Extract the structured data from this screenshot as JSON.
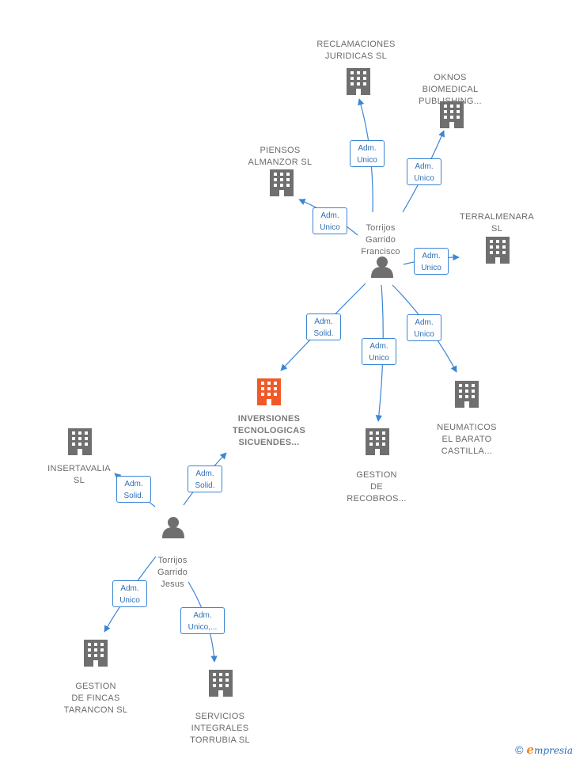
{
  "colors": {
    "building": "#6f6f6f",
    "focus_building": "#f05a28",
    "person": "#6f6f6f",
    "edge": "#3a85d6"
  },
  "nodes": {
    "reclamaciones": {
      "label": "RECLAMACIONES\nJURIDICAS  SL",
      "icon": "building-icon"
    },
    "oknos": {
      "label": "OKNOS\nBIOMEDICAL\nPUBLISHING...",
      "icon": "building-icon"
    },
    "piensos": {
      "label": "PIENSOS\nALMANZOR  SL",
      "icon": "building-icon"
    },
    "terralmenara": {
      "label": "TERRALMENARA\nSL",
      "icon": "building-icon"
    },
    "francisco": {
      "label": "Torrijos\nGarrido\nFrancisco",
      "icon": "person-icon"
    },
    "inversiones": {
      "label": "INVERSIONES\nTECNOLOGICAS\nSICUENDES...",
      "icon": "building-icon"
    },
    "gestion_recobros": {
      "label": "GESTION\nDE\nRECOBROS...",
      "icon": "building-icon"
    },
    "neumaticos": {
      "label": "NEUMATICOS\nEL BARATO\nCASTILLA...",
      "icon": "building-icon"
    },
    "insertavalia": {
      "label": "INSERTAVALIA\nSL",
      "icon": "building-icon"
    },
    "jesus": {
      "label": "Torrijos\nGarrido\nJesus",
      "icon": "person-icon"
    },
    "gestion_fincas": {
      "label": "GESTION\nDE FINCAS\nTARANCON  SL",
      "icon": "building-icon"
    },
    "servicios": {
      "label": "SERVICIOS\nINTEGRALES\nTORRUBIA SL",
      "icon": "building-icon"
    }
  },
  "edges": [
    {
      "from": "francisco",
      "to": "reclamaciones",
      "label": "Adm.\nUnico"
    },
    {
      "from": "francisco",
      "to": "oknos",
      "label": "Adm.\nUnico"
    },
    {
      "from": "francisco",
      "to": "piensos",
      "label": "Adm.\nUnico"
    },
    {
      "from": "francisco",
      "to": "terralmenara",
      "label": "Adm.\nUnico"
    },
    {
      "from": "francisco",
      "to": "inversiones",
      "label": "Adm.\nSolid."
    },
    {
      "from": "francisco",
      "to": "gestion_recobros",
      "label": "Adm.\nUnico"
    },
    {
      "from": "francisco",
      "to": "neumaticos",
      "label": "Adm.\nUnico"
    },
    {
      "from": "jesus",
      "to": "insertavalia",
      "label": "Adm.\nSolid."
    },
    {
      "from": "jesus",
      "to": "inversiones",
      "label": "Adm.\nSolid."
    },
    {
      "from": "jesus",
      "to": "gestion_fincas",
      "label": "Adm.\nUnico"
    },
    {
      "from": "jesus",
      "to": "servicios",
      "label": "Adm.\nUnico,..."
    }
  ],
  "footer": {
    "copyright": "©",
    "brand_initial": "e",
    "brand_rest": "mpresia"
  }
}
